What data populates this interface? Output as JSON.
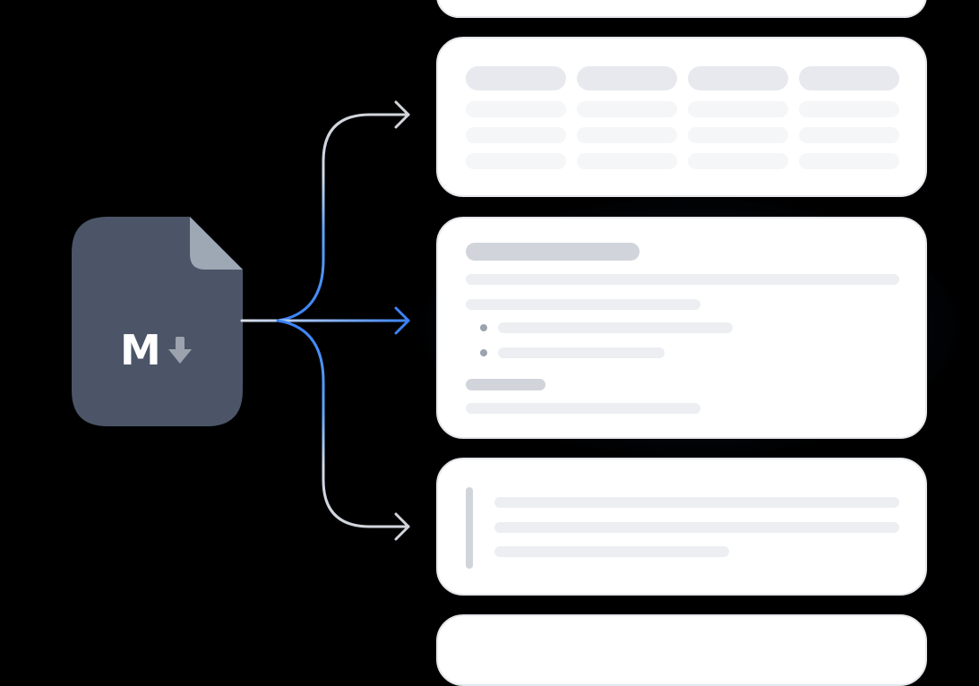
{
  "file": {
    "label": "M",
    "icon": "markdown-file-icon",
    "colors": {
      "body": "#4b5567",
      "fold": "#9ea7b4",
      "arrow": "#9ca3af",
      "label": "#ffffff"
    }
  },
  "connectors": {
    "colors": {
      "muted": "#d1d5db",
      "accent": "#3b82f6",
      "accent_light": "#60a5fa"
    }
  },
  "cards": [
    {
      "kind": "partial-top"
    },
    {
      "kind": "table",
      "columns": 4,
      "rows": 3
    },
    {
      "kind": "text-list",
      "bullets": 2
    },
    {
      "kind": "blockquote",
      "lines": 3
    },
    {
      "kind": "partial-bottom"
    }
  ]
}
